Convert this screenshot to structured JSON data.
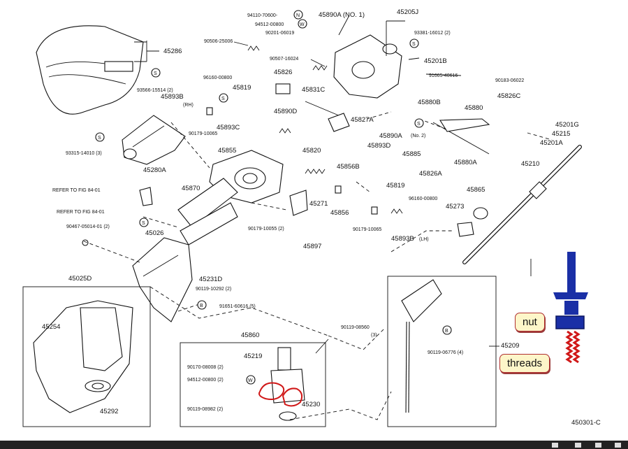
{
  "diagram": {
    "part_numbers": {
      "p45286": "45286",
      "p93566": "93566-15514 (2)",
      "p45893b_rh": "45893B",
      "rh": "(RH)",
      "p96160a": "96160-00800",
      "p45819a": "45819",
      "p93315": "93315-14010 (3)",
      "p45280a": "45280A",
      "p90179a": "90179-10065",
      "p45893c": "45893C",
      "p90506": "90506-25006",
      "p90507": "90507-16024",
      "p45826": "45826",
      "p45831c": "45831C",
      "p45890d": "45890D",
      "p45855": "45855",
      "p94110": "94110-70600-",
      "p94512a": "94512-00800",
      "p90201": "90201-06019",
      "p45890a_no1": "45890A (NO. 1)",
      "p45205j": "45205J",
      "p93381": "93381-16012 (2)",
      "p45201b": "45201B",
      "p91665": "91665-40616",
      "p90183": "90183-06022",
      "p45826c": "45826C",
      "p45880b": "45880B",
      "p45880": "45880",
      "p45827a": "45827A",
      "p45890a_no2": "45890A",
      "no2": "(No. 2)",
      "p45893d": "45893D",
      "p45885": "45885",
      "p45820": "45820",
      "p45880a": "45880A",
      "p45856b": "45856B",
      "p45826a": "45826A",
      "p45819b": "45819",
      "p96160b": "96160-00800",
      "p45856": "45856",
      "p90179b": "90179-10065",
      "p45893b_lh": "45893B",
      "lh": "(LH)",
      "p45201g": "45201G",
      "p45215": "45215",
      "p45201a": "45201A",
      "p45210": "45210",
      "p45865": "45865",
      "p45273": "45273",
      "ref1": "REFER TO FIG 84-01",
      "ref2": "REFER TO FIG 84-01",
      "p90467": "90467-05014-01 (2)",
      "p45870": "45870",
      "p45271": "45271",
      "p90179c": "90179-10055 (2)",
      "p45897": "45897",
      "p45026": "45026",
      "p45231d": "45231D",
      "p90119a": "90119-10292 (2)",
      "p91651": "91651-60616 (5)",
      "p45025d": "45025D",
      "p45254": "45254",
      "p45292": "45292",
      "p45860": "45860",
      "p45219": "45219",
      "p90170": "90170-08008 (2)",
      "p94512b": "94512-00800 (2)",
      "p90119b": "90119-08982 (2)",
      "p45230": "45230",
      "p90119c": "90119-08560",
      "p90119c_qty": "(3)",
      "p90119d": "90119-06776 (4)",
      "p45209": "45209",
      "figure_id": "450301-C"
    },
    "symbols": {
      "s": "S",
      "n": "N",
      "w": "W",
      "b": "B"
    },
    "callouts": {
      "nut": "nut",
      "threads": "threads"
    },
    "colors": {
      "bolt_blue": "#1a2fa6",
      "annotation_red": "#d01818",
      "callout_bg": "#fdf6c9"
    }
  }
}
